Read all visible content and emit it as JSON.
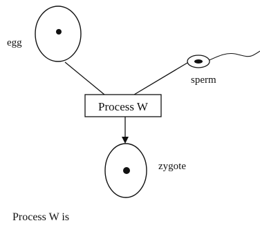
{
  "diagram": {
    "labels": {
      "egg": "egg",
      "sperm": "sperm",
      "process": "Process W",
      "zygote": "zygote"
    },
    "question": "Process W is"
  }
}
